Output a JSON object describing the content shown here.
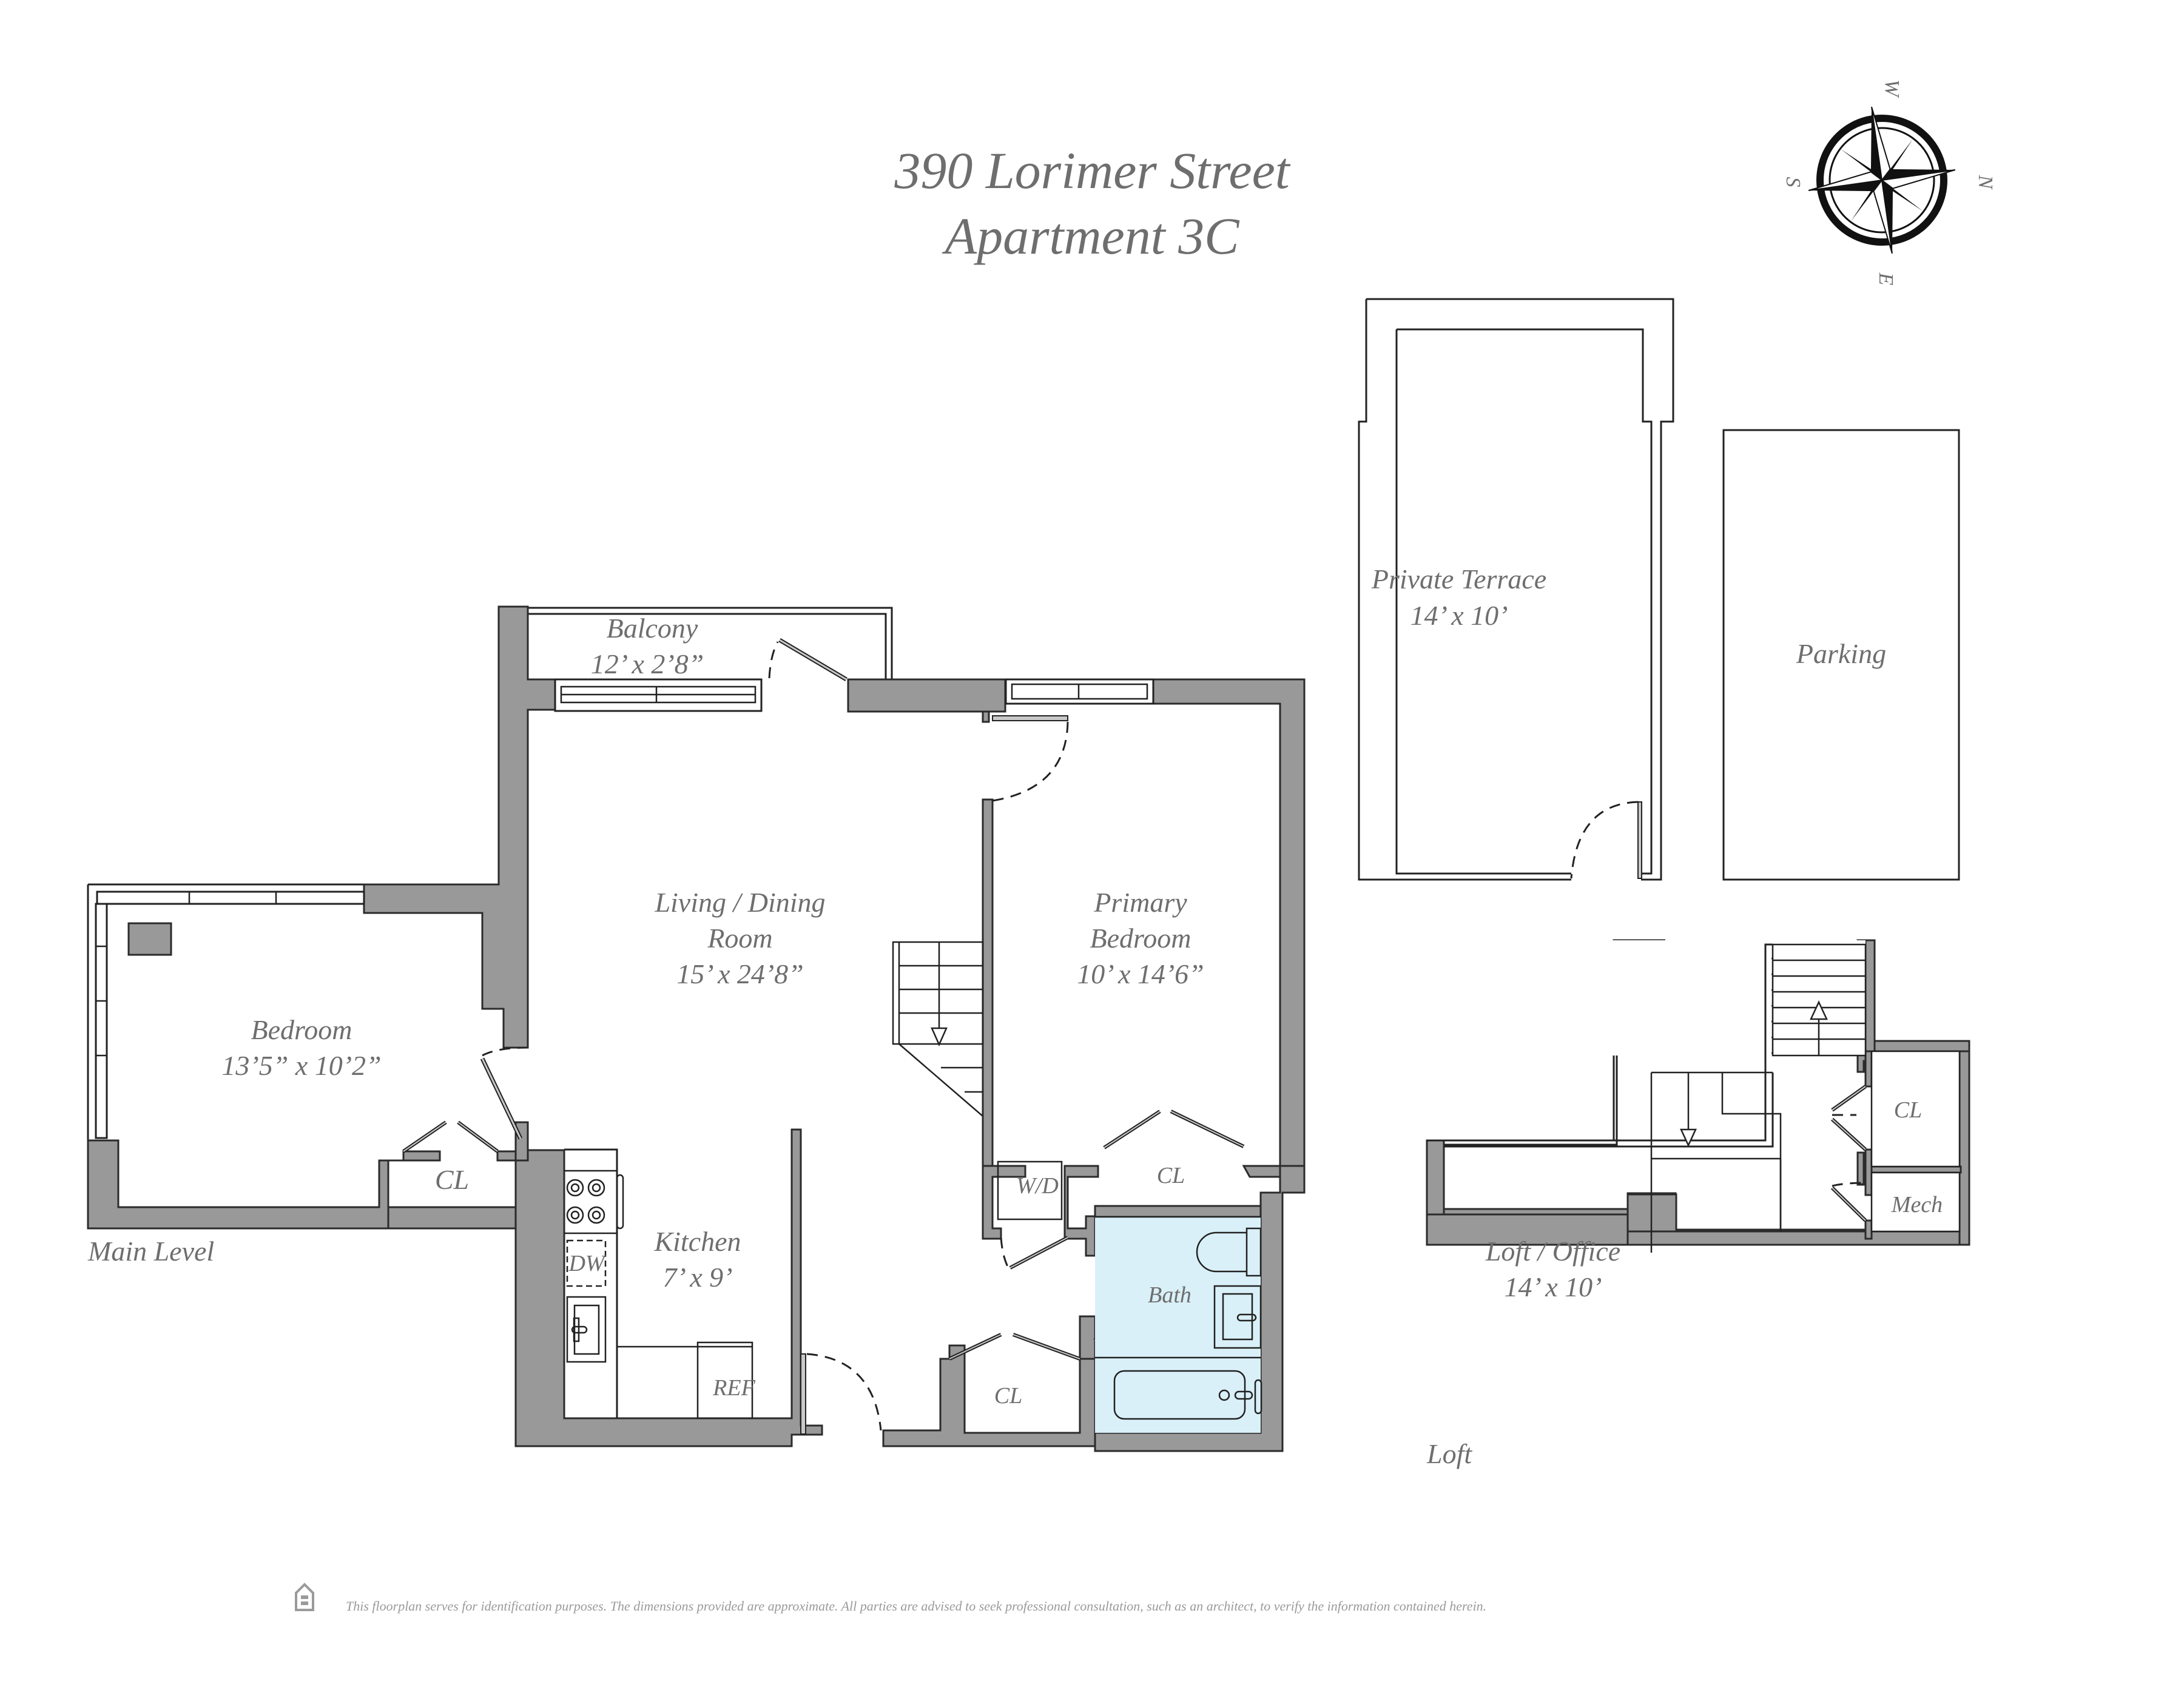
{
  "header": {
    "address": "390 Lorimer Street",
    "unit": "Apartment 3C"
  },
  "compass": {
    "icon": "compass-rose-icon",
    "labels": {
      "top": "W",
      "right": "N",
      "bottom": "E",
      "left": "S"
    }
  },
  "levels": {
    "main": "Main Level",
    "loft": "Loft"
  },
  "rooms": {
    "balcony": {
      "name": "Balcony",
      "dims": "12’ x 2’8”"
    },
    "living": {
      "name_line1": "Living / Dining",
      "name_line2": "Room",
      "dims": "15’ x 24’8”"
    },
    "bedroom": {
      "name": "Bedroom",
      "dims": "13’5” x 10’2”"
    },
    "bedroom_closet": {
      "name": "CL"
    },
    "kitchen": {
      "name": "Kitchen",
      "dims": "7’ x 9’"
    },
    "primary": {
      "name_line1": "Primary",
      "name_line2": "Bedroom",
      "dims": "10’ x 14’6”"
    },
    "primary_closet": {
      "name": "CL"
    },
    "laundry": {
      "name": "W/D"
    },
    "bath": {
      "name": "Bath"
    },
    "hall_closet": {
      "name": "CL"
    },
    "terrace": {
      "name": "Private Terrace",
      "dims": "14’ x 10’"
    },
    "parking": {
      "name": "Parking"
    },
    "loft_office": {
      "name": "Loft / Office",
      "dims": "14’ x 10’"
    },
    "loft_closet": {
      "name": "CL"
    },
    "mech": {
      "name": "Mech"
    }
  },
  "appliances": {
    "dishwasher": "DW",
    "refrigerator": "REF"
  },
  "colors": {
    "wall": "#999999",
    "bath_fill": "#d9f0f8",
    "label": "#6e6e6e"
  },
  "footer": {
    "icon": "equal-housing-icon",
    "disclaimer": "This floorplan serves for identification purposes. The dimensions provided are approximate. All parties are advised to seek professional consultation, such as an architect, to verify the information contained herein."
  }
}
